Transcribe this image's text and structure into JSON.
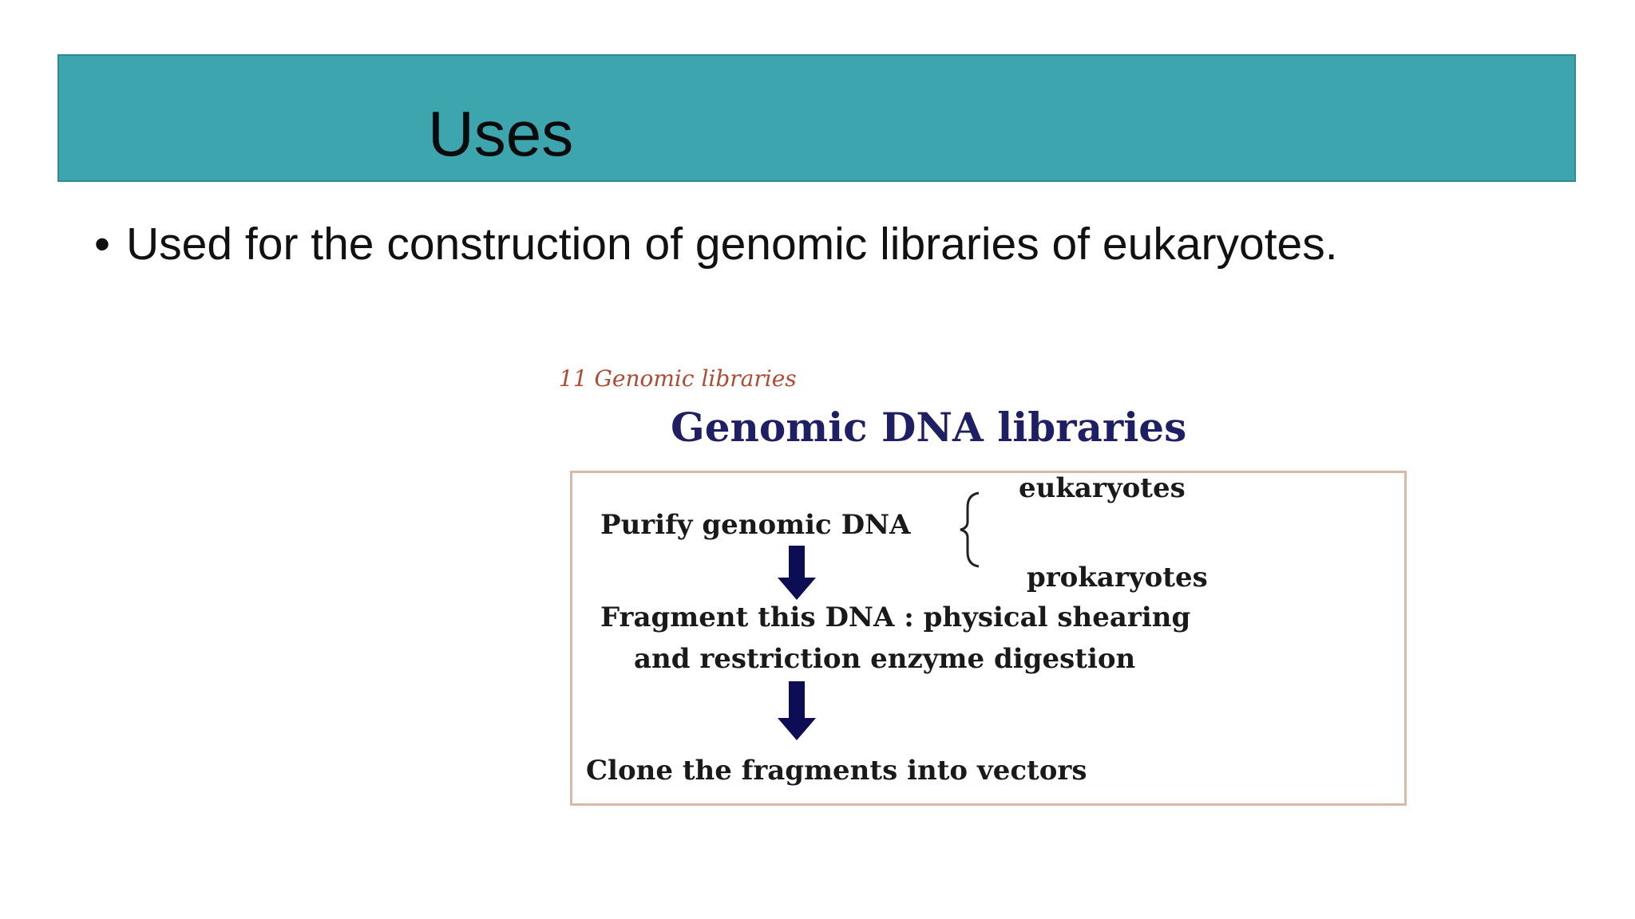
{
  "slide": {
    "title": "Uses",
    "bullet": "Used for the construction of genomic libraries of eukaryotes."
  },
  "figure": {
    "caption": "11 Genomic libraries",
    "heading": "Genomic DNA libraries",
    "step1": "Purify genomic DNA",
    "branch_top": "eukaryotes",
    "branch_bottom": "prokaryotes",
    "step2_line1": "Fragment this DNA : physical shearing",
    "step2_line2": "and restriction enzyme digestion",
    "step3": "Clone the fragments into vectors",
    "colors": {
      "title_bar": "#3da5ad",
      "heading": "#1f1f66",
      "caption": "#b24a32",
      "arrow": "#0d0d55"
    }
  }
}
